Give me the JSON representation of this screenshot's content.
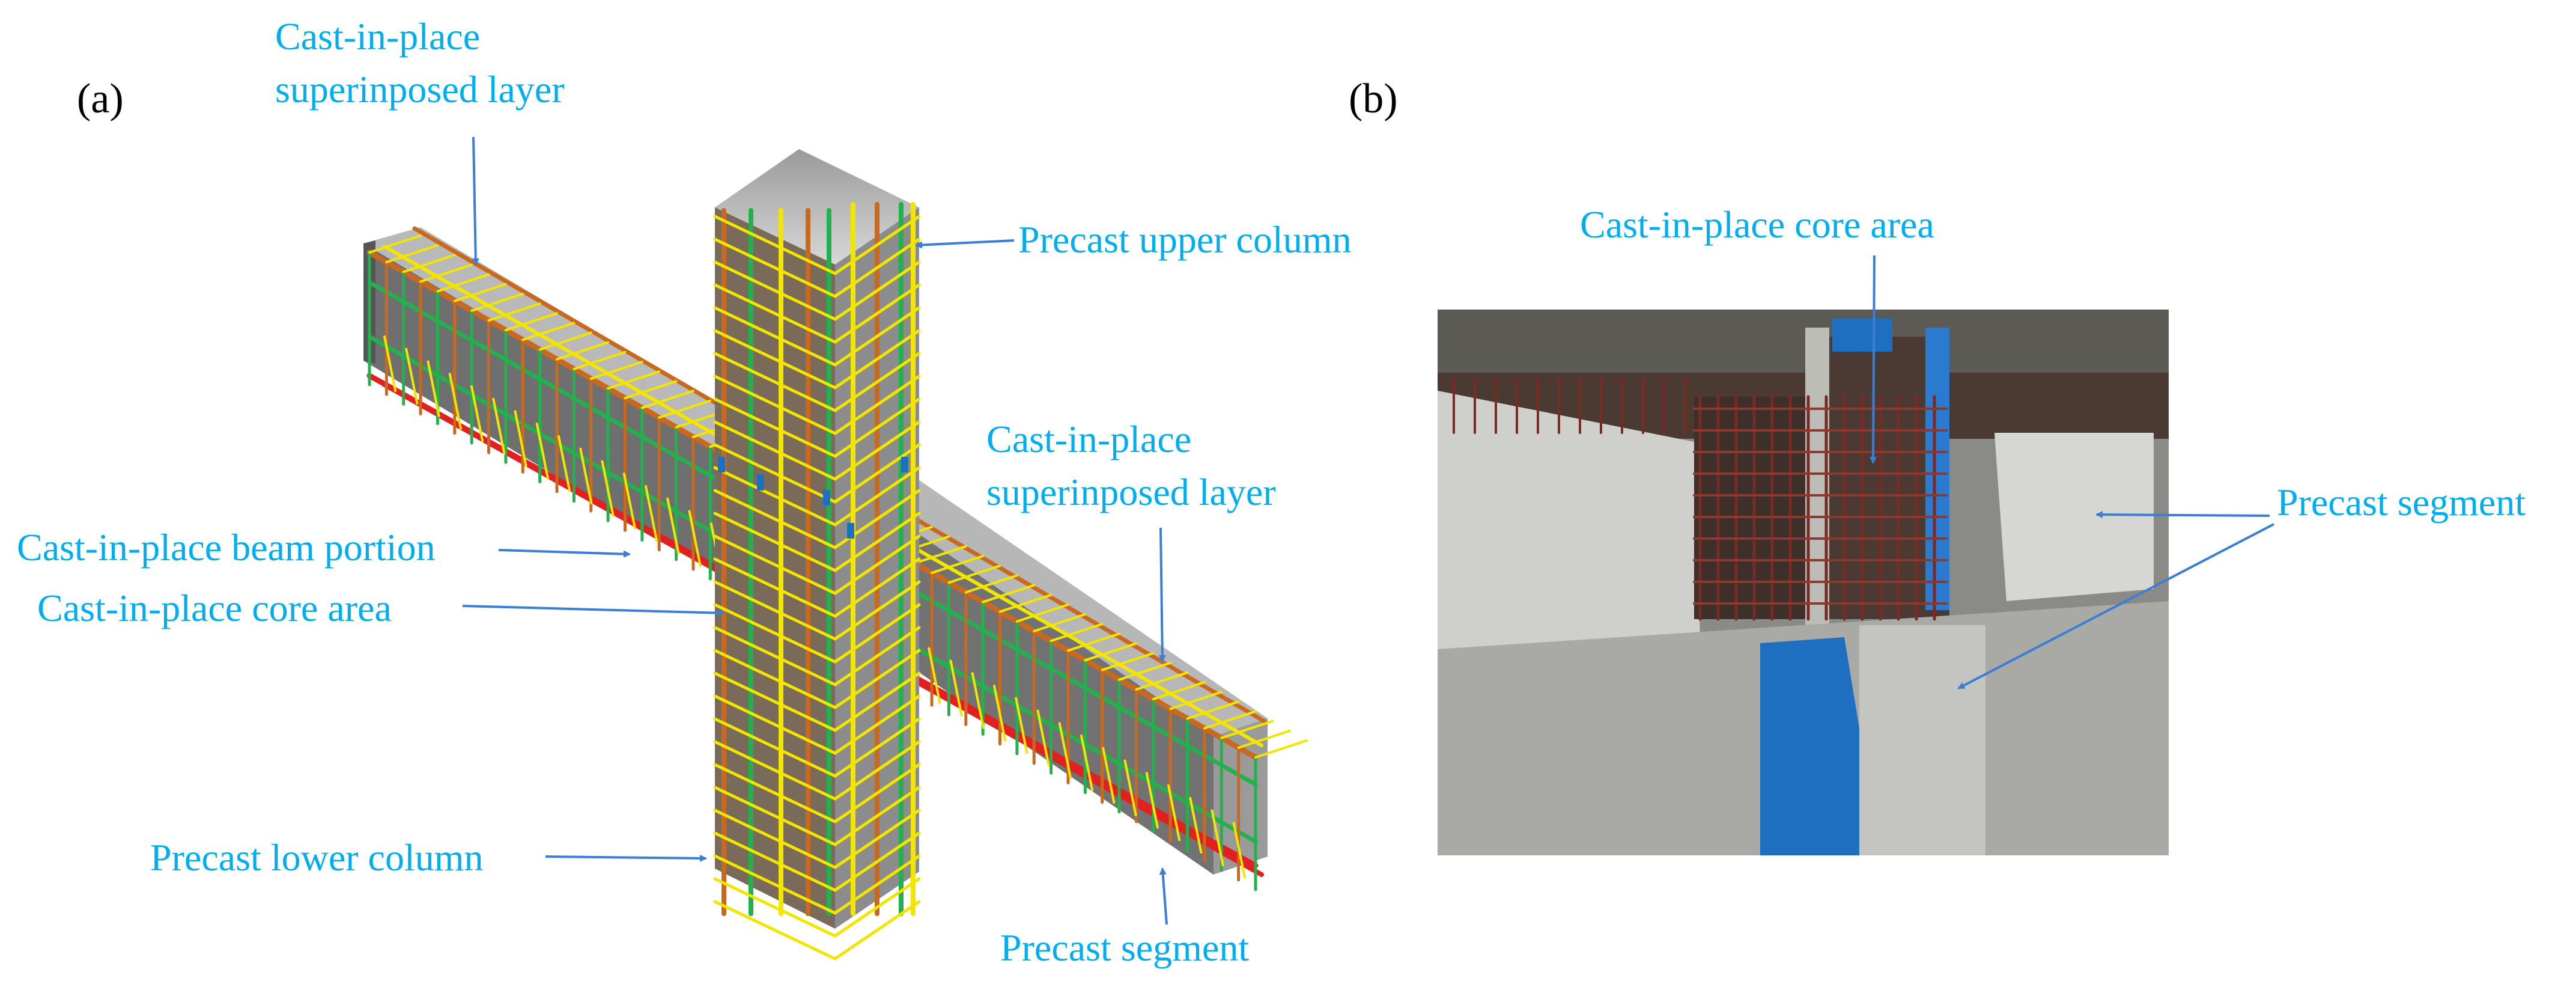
{
  "panels": {
    "a": "(a)",
    "b": "(b)"
  },
  "labels_a": {
    "superinposed_top_line1": "Cast-in-place",
    "superinposed_top_line2": "superinposed layer",
    "precast_upper_column": "Precast upper column",
    "superinposed_right_line1": "Cast-in-place",
    "superinposed_right_line2": "superinposed layer",
    "cast_beam_portion": "Cast-in-place beam portion",
    "cast_core_area": "Cast-in-place core area",
    "precast_lower_column": "Precast lower column",
    "precast_segment": "Precast segment"
  },
  "labels_b": {
    "cast_core_area": "Cast-in-place core area",
    "precast_segment": "Precast segment"
  },
  "colors": {
    "label_text": "#00aeef",
    "arrow": "#3a7fd5",
    "rebar_green": "#22b14c",
    "rebar_yellow": "#f2e600",
    "rebar_red": "#e32020",
    "rebar_orange": "#c8691f",
    "formwork_blue": "#1f6fc0"
  }
}
